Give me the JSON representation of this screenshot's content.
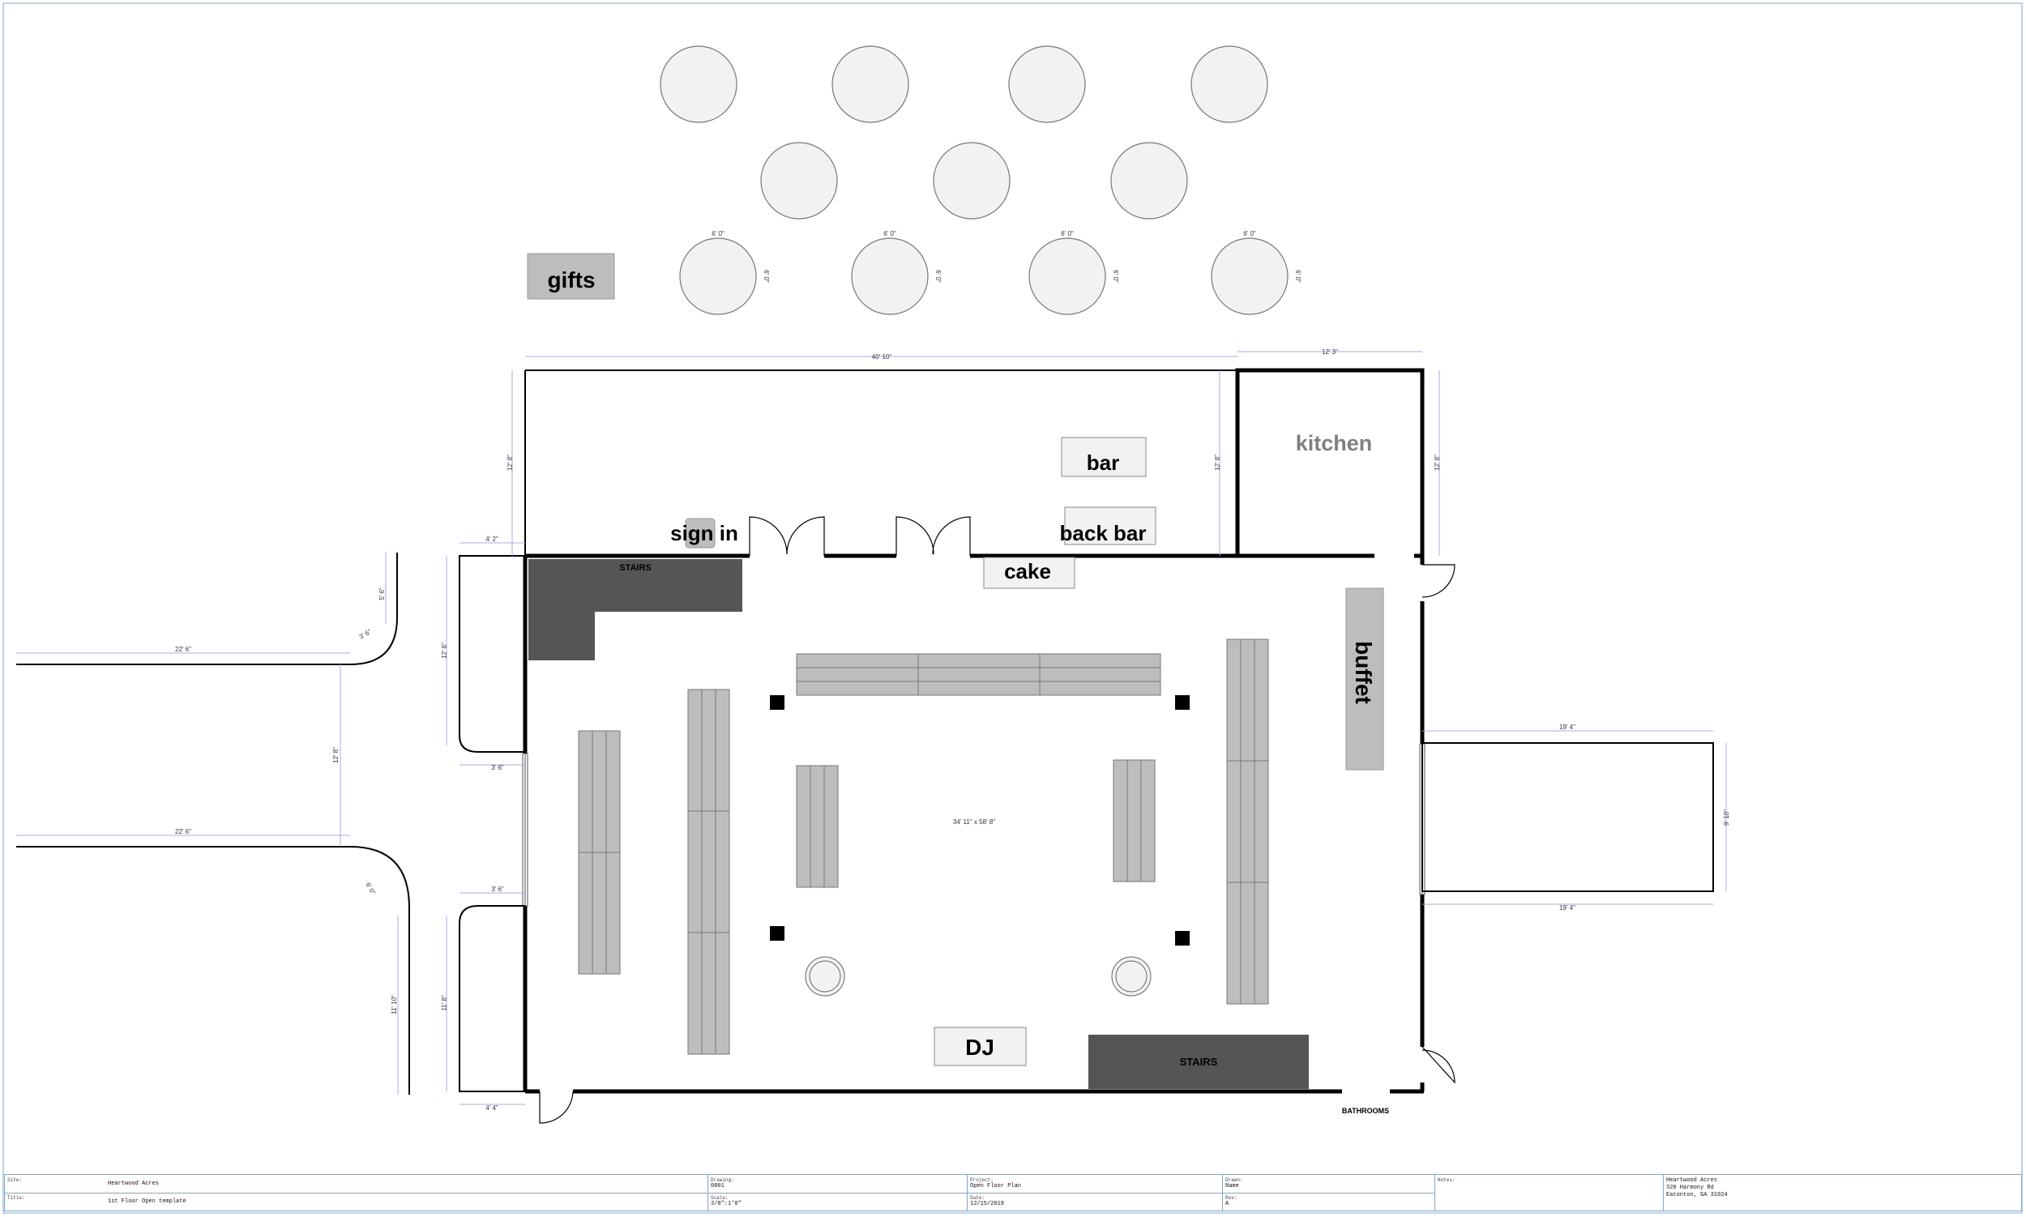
{
  "labels": {
    "gifts": "gifts",
    "kitchen": "kitchen",
    "bar": "bar",
    "back_bar": "back bar",
    "sign_in": "sign in",
    "cake": "cake",
    "buffet": "buffet",
    "dj": "DJ",
    "stairs_top": "STAIRS",
    "stairs_bottom": "STAIRS",
    "bathrooms": "BATHROOMS",
    "room_size": "34' 11\" x 58' 8\""
  },
  "dimensions": {
    "top_width": "40' 10\"",
    "kitchen_width": "12' 3\"",
    "left_upper_height": "12' 8\"",
    "right_upper_height": "12' 8\"",
    "kitchen_height": "12' 8\"",
    "entry_top": "4' 2\"",
    "entry_upper_h": "12' 6\"",
    "entry_gap_top": "3' 6\"",
    "entry_gap_bottom": "3' 6\"",
    "entry_lower_h": "11' 8\"",
    "entry_bottom": "4' 4\"",
    "corr_top": "22' 6\"",
    "corr_bottom": "22' 6\"",
    "corr_height": "12' 8\"",
    "corr_v_top": "5' 6\"",
    "corr_v_bottom": "11' 10\"",
    "corr_radius_top": "3' 6\"",
    "corr_radius_bottom": "6' 0\"",
    "right_room_top": "19' 4\"",
    "right_room_bottom": "19' 4\"",
    "right_room_h": "9' 10\"",
    "table_dim": "6' 0\""
  },
  "title_block": {
    "site_caption": "Site:",
    "site_value": "Heartwood Acres",
    "title_caption": "Title:",
    "title_value": "1st Floor Open template",
    "drawing_caption": "Drawing:",
    "drawing_value": "0001",
    "scale_caption": "Scale:",
    "scale_value": "3/8\":1'0\"",
    "project_caption": "Project:",
    "project_value": "Open Floor Plan",
    "date_caption": "Date:",
    "date_value": "12/15/2019",
    "drawn_caption": "Drawn:",
    "drawn_value": "Name",
    "rev_caption": "Rev:",
    "rev_value": "A",
    "notes_caption": "Notes:",
    "address_line1": "Heartwood Acres",
    "address_line2": "320 Harmony Rd",
    "address_line3": "Eatonton, GA 31024"
  }
}
